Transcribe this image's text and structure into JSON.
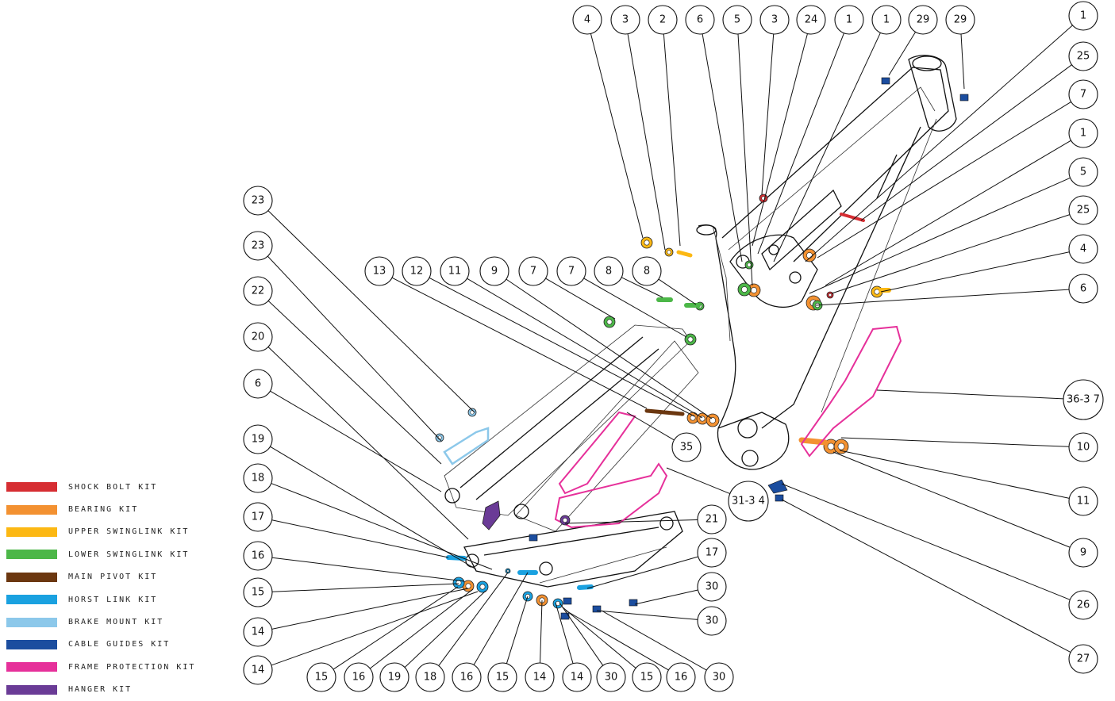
{
  "legend": {
    "items": [
      {
        "label": "SHOCK BOLT KIT",
        "color": "#d62d32"
      },
      {
        "label": "BEARING KIT",
        "color": "#f39131"
      },
      {
        "label": "UPPER SWINGLINK KIT",
        "color": "#fcb813"
      },
      {
        "label": "LOWER SWINGLINK KIT",
        "color": "#4cb748"
      },
      {
        "label": "MAIN PIVOT KIT",
        "color": "#6b3710"
      },
      {
        "label": "HORST LINK KIT",
        "color": "#1aa1e0"
      },
      {
        "label": "BRAKE MOUNT KIT",
        "color": "#8cc8ea"
      },
      {
        "label": "CABLE GUIDES KIT",
        "color": "#1b4d9f"
      },
      {
        "label": "FRAME PROTECTION KIT",
        "color": "#e6309a"
      },
      {
        "label": "HANGER KIT",
        "color": "#6a3b96"
      }
    ]
  },
  "callouts": [
    {
      "label": "4"
    },
    {
      "label": "3"
    },
    {
      "label": "2"
    },
    {
      "label": "6"
    },
    {
      "label": "5"
    },
    {
      "label": "3"
    },
    {
      "label": "24"
    },
    {
      "label": "1"
    },
    {
      "label": "1"
    },
    {
      "label": "29"
    },
    {
      "label": "29"
    },
    {
      "label": "1"
    },
    {
      "label": "25"
    },
    {
      "label": "7"
    },
    {
      "label": "1"
    },
    {
      "label": "5"
    },
    {
      "label": "25"
    },
    {
      "label": "4"
    },
    {
      "label": "6"
    },
    {
      "label": "36-3 7"
    },
    {
      "label": "10"
    },
    {
      "label": "11"
    },
    {
      "label": "9"
    },
    {
      "label": "26"
    },
    {
      "label": "27"
    },
    {
      "label": "23"
    },
    {
      "label": "23"
    },
    {
      "label": "22"
    },
    {
      "label": "20"
    },
    {
      "label": "6"
    },
    {
      "label": "19"
    },
    {
      "label": "18"
    },
    {
      "label": "17"
    },
    {
      "label": "16"
    },
    {
      "label": "15"
    },
    {
      "label": "14"
    },
    {
      "label": "14"
    },
    {
      "label": "13"
    },
    {
      "label": "12"
    },
    {
      "label": "11"
    },
    {
      "label": "9"
    },
    {
      "label": "7"
    },
    {
      "label": "7"
    },
    {
      "label": "8"
    },
    {
      "label": "8"
    },
    {
      "label": "35"
    },
    {
      "label": "31-3 4"
    },
    {
      "label": "21"
    },
    {
      "label": "17"
    },
    {
      "label": "30"
    },
    {
      "label": "30"
    },
    {
      "label": "15"
    },
    {
      "label": "16"
    },
    {
      "label": "19"
    },
    {
      "label": "18"
    },
    {
      "label": "16"
    },
    {
      "label": "15"
    },
    {
      "label": "14"
    },
    {
      "label": "14"
    },
    {
      "label": "30"
    },
    {
      "label": "15"
    },
    {
      "label": "16"
    },
    {
      "label": "30"
    }
  ]
}
